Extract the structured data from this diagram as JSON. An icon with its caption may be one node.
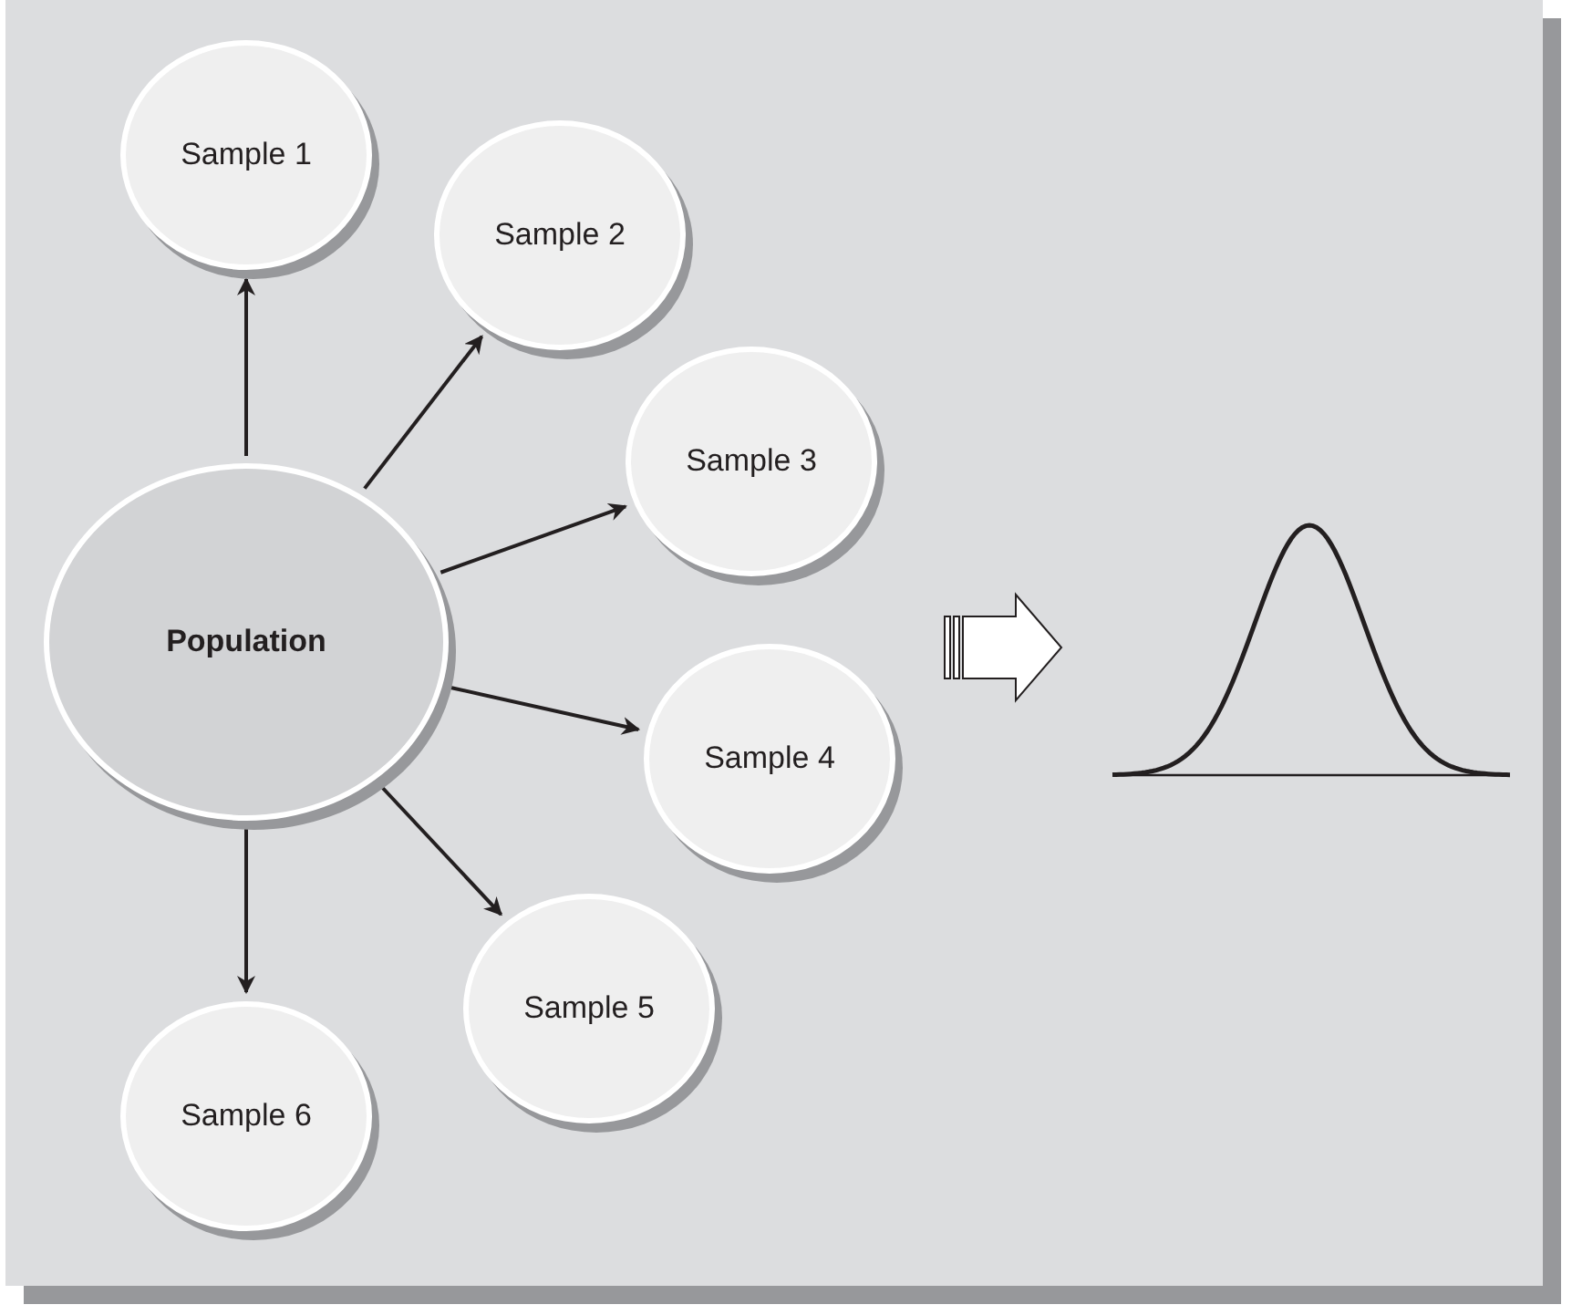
{
  "diagram": {
    "nodes": [
      {
        "text": [
          "Population"
        ]
      },
      {
        "text": [
          "Sample 1"
        ]
      },
      {
        "text": [
          "Sample 2"
        ]
      },
      {
        "text": [
          "Sample 3"
        ]
      },
      {
        "text": [
          "Sample 4"
        ]
      },
      {
        "text": [
          "Sample 5"
        ]
      },
      {
        "text": [
          "Sample 6"
        ]
      },
      {
        "text": [],
        "shape": "curve"
      }
    ],
    "edges": [
      {
        "from": 0,
        "to": 1,
        "arrow": "to"
      },
      {
        "from": 0,
        "to": 2,
        "arrow": "to"
      },
      {
        "from": 0,
        "to": 3,
        "arrow": "to"
      },
      {
        "from": 0,
        "to": 4,
        "arrow": "to"
      },
      {
        "from": 0,
        "to": 5,
        "arrow": "to"
      },
      {
        "from": 0,
        "to": 6,
        "arrow": "to"
      },
      {
        "from": null,
        "to": 7,
        "arrow": "to",
        "style": "thick"
      }
    ]
  }
}
